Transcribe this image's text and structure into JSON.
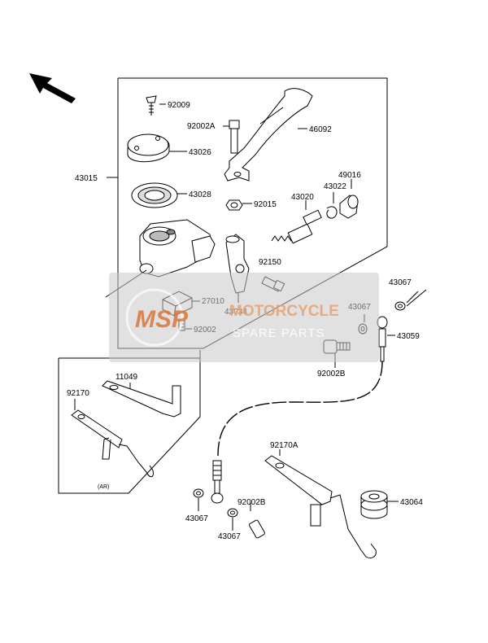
{
  "diagram": {
    "part_labels": {
      "p92009": "92009",
      "p43026": "43026",
      "p43028": "43028",
      "p43015": "43015",
      "p92002A": "92002A",
      "p46092": "46092",
      "p92015": "92015",
      "p43020": "43020",
      "p43022": "43022",
      "p49016": "49016",
      "p92150": "92150",
      "p27010": "27010",
      "p43034": "43034",
      "p92002": "92002",
      "p43067_a": "43067",
      "p43067_b": "43067",
      "p43059": "43059",
      "p92002B_a": "92002B",
      "p11049": "11049",
      "p92170": "92170",
      "p92170A": "92170A",
      "p43064": "43064",
      "p43067_c": "43067",
      "p92002B_b": "92002B",
      "p43067_d": "43067"
    },
    "inset_label": "(AR)"
  },
  "watermark": {
    "logo": "MSP",
    "line1": "MOTORCYCLE",
    "line2": "SPARE PARTS"
  },
  "colors": {
    "line": "#000000",
    "watermark_box": "#c8c8c8",
    "watermark_logo": "#d9743a"
  }
}
